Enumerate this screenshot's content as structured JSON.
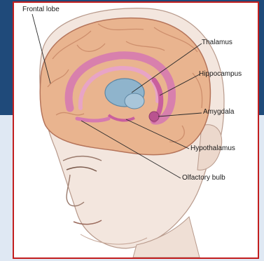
{
  "labels": {
    "frontal_lobe": "Frontal lobe",
    "thalamus": "Thalamus",
    "hippocampus": "Hippocampus",
    "amygdala": "Amygdala",
    "hypothalamus": "Hypothalamus",
    "olfactory_bulb": "Olfactory bulb"
  },
  "colors": {
    "frame_border": "#c21e1e",
    "banner": "#1f4a7a",
    "brain": "#e9b48f",
    "limbic": "#d67ab0",
    "thalamus": "#8fb4cc"
  }
}
